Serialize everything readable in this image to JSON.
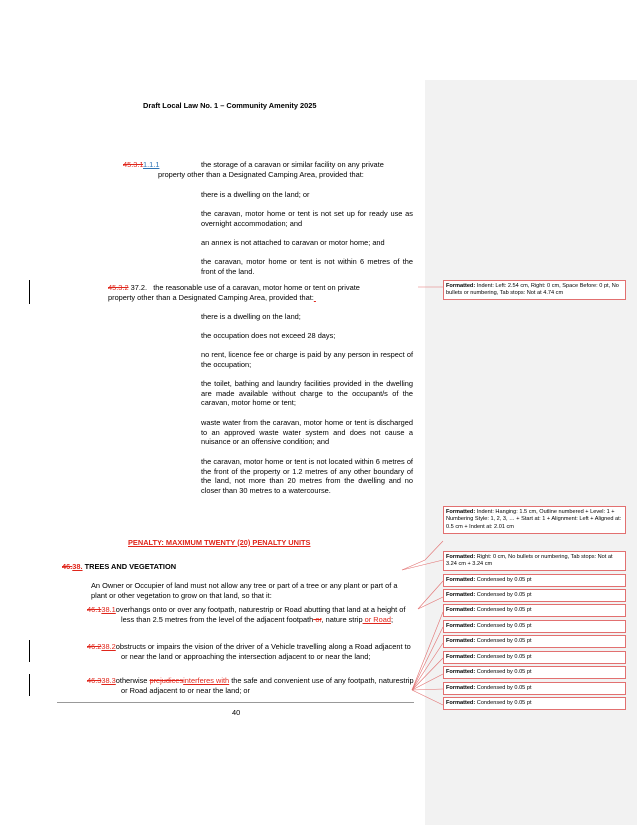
{
  "header": {
    "title": "Draft Local Law No. 1 – Community Amenity 2025"
  },
  "p45_3_1": {
    "num_del": "45.3.1",
    "num_blue": "1.1.1",
    "line1": "the storage of a caravan or similar facility on any private",
    "line2": "property other than a Designated Camping Area, provided that:"
  },
  "cond_a": [
    "there is a dwelling on the land; or",
    "the caravan, motor home or tent is not set up for ready use as overnight accommodation; and",
    "an annex is not attached to caravan or motor home; and",
    "the caravan, motor home or tent is not within 6 metres of the front of the land."
  ],
  "p45_3_2": {
    "num_del": "45.3.2",
    "num_new": " 37.2.",
    "line1": "the reasonable use of a caravan, motor home or tent on private",
    "line2": "property other than a Designated Camping Area, provided that:"
  },
  "cond_b": [
    "there is a dwelling on the land;",
    "the occupation does not exceed 28 days;",
    "no rent, licence fee or charge is paid by any person in respect of the occupation;",
    "the toilet, bathing and laundry facilities provided in the dwelling are made available without charge to the occupant/s of the caravan, motor home or tent;",
    "waste water from the caravan, motor home or tent is discharged to an approved waste water system and does not cause a nuisance or an offensive condition; and",
    "the caravan, motor home or tent is not located within 6 metres of the front of the property or 1.2 metres of any other boundary of the land, not more than 20 metres from the dwelling and no closer than 30 metres to a watercourse."
  ],
  "penalty": "PENALTY: MAXIMUM TWENTY (20) PENALTY UNITS",
  "section46": {
    "num_del": "46.",
    "num_ins": "38.",
    "title": " TREES AND VEGETATION",
    "intro": "An Owner or Occupier of land must not allow any tree or part of a tree or any plant or part of a plant or other vegetation to grow on that land, so that it:",
    "item1": {
      "num_del": "46.1",
      "num_ins": "38.1",
      "text_a": "overhangs onto or over any footpath, naturestrip or Road abutting that land at a height of less than 2.5 metres from the level of the adjacent footpath",
      "del_or": " or",
      "text_b": ", nature strip",
      "ins_road": " or Road",
      "text_c": ";"
    },
    "item2": {
      "num_del": "46.2",
      "num_ins": "38.2",
      "text": "obstructs or impairs the vision of the driver of a Vehicle travelling along a Road adjacent to or near the land or approaching the intersection adjacent to or near the land;"
    },
    "item3": {
      "num_del": "46.3",
      "num_ins": "38.3",
      "text_a": "otherwise ",
      "del_word": "prejudices",
      "ins_word": "interferes with",
      "text_b": " the safe and convenient use of any footpath, naturestrip or Road adjacent to or near the land; or"
    }
  },
  "page_number": "40",
  "comments": [
    {
      "label": "Formatted:",
      "text": " Indent: Left:  2.54 cm, Right:  0 cm, Space Before:  0 pt,  No bullets or numbering, Tab stops: Not at  4.74 cm"
    },
    {
      "label": "Formatted:",
      "text": " Indent: Hanging:  1.5 cm, Outline numbered + Level: 1 + Numbering Style: 1, 2, 3, … + Start at: 1 + Alignment: Left + Aligned at:  0.5 cm + Indent at:  2.01 cm"
    },
    {
      "label": "Formatted:",
      "text": " Right:  0 cm,  No bullets or numbering, Tab stops: Not at  3.24 cm +  3.24 cm"
    },
    {
      "label": "Formatted:",
      "text": " Condensed by  0.05 pt"
    },
    {
      "label": "Formatted:",
      "text": " Condensed by  0.05 pt"
    },
    {
      "label": "Formatted:",
      "text": " Condensed by  0.05 pt"
    },
    {
      "label": "Formatted:",
      "text": " Condensed by  0.05 pt"
    },
    {
      "label": "Formatted:",
      "text": " Condensed by  0.05 pt"
    },
    {
      "label": "Formatted:",
      "text": " Condensed by  0.05 pt"
    },
    {
      "label": "Formatted:",
      "text": " Condensed by  0.05 pt"
    },
    {
      "label": "Formatted:",
      "text": " Condensed by  0.05 pt"
    },
    {
      "label": "Formatted:",
      "text": " Condensed by  0.05 pt"
    }
  ],
  "colors": {
    "deleted": "#e0261b",
    "numbering": "#2e74b5",
    "comment_border": "#e27070",
    "margin_pane": "#f2f2f2"
  }
}
